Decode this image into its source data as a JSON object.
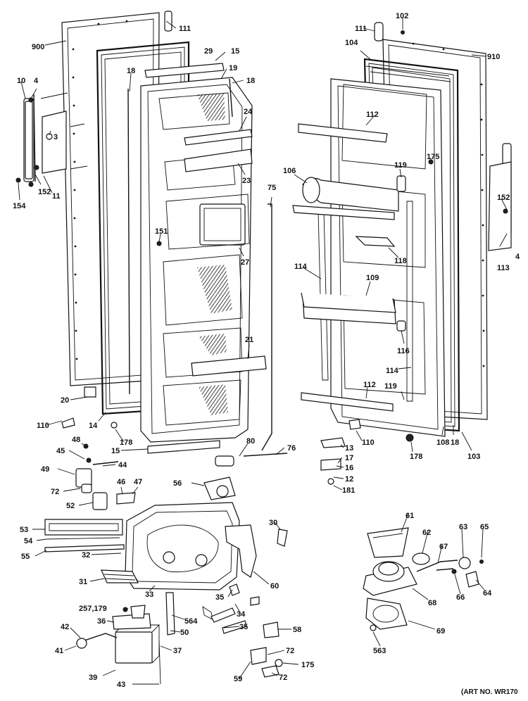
{
  "art_number": "(ART NO. WR170",
  "labels": [
    "900",
    "111",
    "29",
    "15",
    "19",
    "18",
    "10",
    "4",
    "3",
    "152",
    "11",
    "154",
    "18",
    "24",
    "23",
    "75",
    "151",
    "27",
    "21",
    "20",
    "110",
    "14",
    "178",
    "15",
    "80",
    "76",
    "48",
    "45",
    "44",
    "49",
    "72",
    "46",
    "47",
    "52",
    "56",
    "53",
    "54",
    "55",
    "32",
    "31",
    "30",
    "33",
    "60",
    "35",
    "34",
    "35",
    "257,179",
    "36",
    "564",
    "50",
    "42",
    "41",
    "37",
    "39",
    "43",
    "58",
    "72",
    "59",
    "175",
    "72",
    "102",
    "111",
    "104",
    "910",
    "112",
    "175",
    "106",
    "119",
    "152",
    "118",
    "114",
    "109",
    "113",
    "4",
    "116",
    "114",
    "112",
    "119",
    "110",
    "13",
    "17",
    "16",
    "12",
    "181",
    "178",
    "108",
    "18",
    "103",
    "61",
    "62",
    "67",
    "63",
    "65",
    "64",
    "66",
    "68",
    "69",
    "563"
  ]
}
